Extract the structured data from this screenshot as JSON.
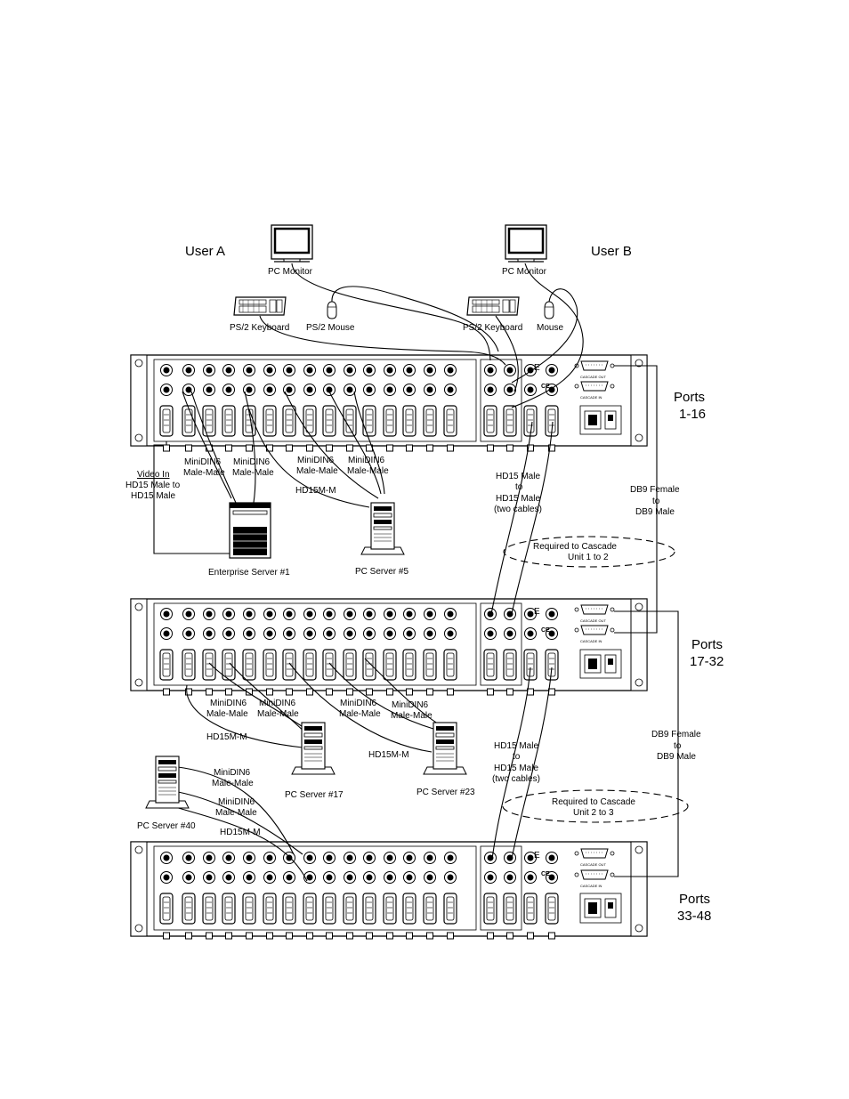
{
  "users": {
    "a": {
      "title": "User A",
      "monitor": "PC Monitor",
      "keyboard": "PS/2 Keyboard",
      "mouse": "PS/2 Mouse"
    },
    "b": {
      "title": "User B",
      "monitor": "PC Monitor",
      "keyboard": "PS/2 Keyboard",
      "mouse": "Mouse"
    }
  },
  "units": [
    {
      "ports_label": [
        "Ports",
        "1-16"
      ]
    },
    {
      "ports_label": [
        "Ports",
        "17-32"
      ]
    },
    {
      "ports_label": [
        "Ports",
        "33-48"
      ]
    }
  ],
  "unit_panel": {
    "cascade_out": "CASCADE OUT",
    "cascade_in": "CASCADE IN",
    "ce_mark": "CE",
    "brand": "E"
  },
  "cascade": [
    {
      "hd15_cable": [
        "HD15 Male",
        "to",
        "HD15 Male",
        "(two cables)"
      ],
      "db9_cable": [
        "DB9 Female",
        "to",
        "DB9 Male"
      ],
      "required": [
        "Required to Cascade",
        "Unit 1 to 2"
      ]
    },
    {
      "hd15_cable": [
        "HD15 Male",
        "to",
        "HD15 Male",
        "(two cables)"
      ],
      "db9_cable": [
        "DB9 Female",
        "to",
        "DB9 Male"
      ],
      "required": [
        "Required to Cascade",
        "Unit 2 to 3"
      ]
    }
  ],
  "servers": {
    "enterprise1": "Enterprise Server #1",
    "pc5": "PC Server #5",
    "pc17": "PC Server #17",
    "pc23": "PC Server #23",
    "pc40": "PC Server #40"
  },
  "cables": {
    "video_in": "Video In",
    "video_in_detail": [
      "HD15 Male to",
      "HD15 Male"
    ],
    "minidin": [
      "MiniDIN6",
      "Male-Male"
    ],
    "hd15m": "HD15M-M"
  }
}
